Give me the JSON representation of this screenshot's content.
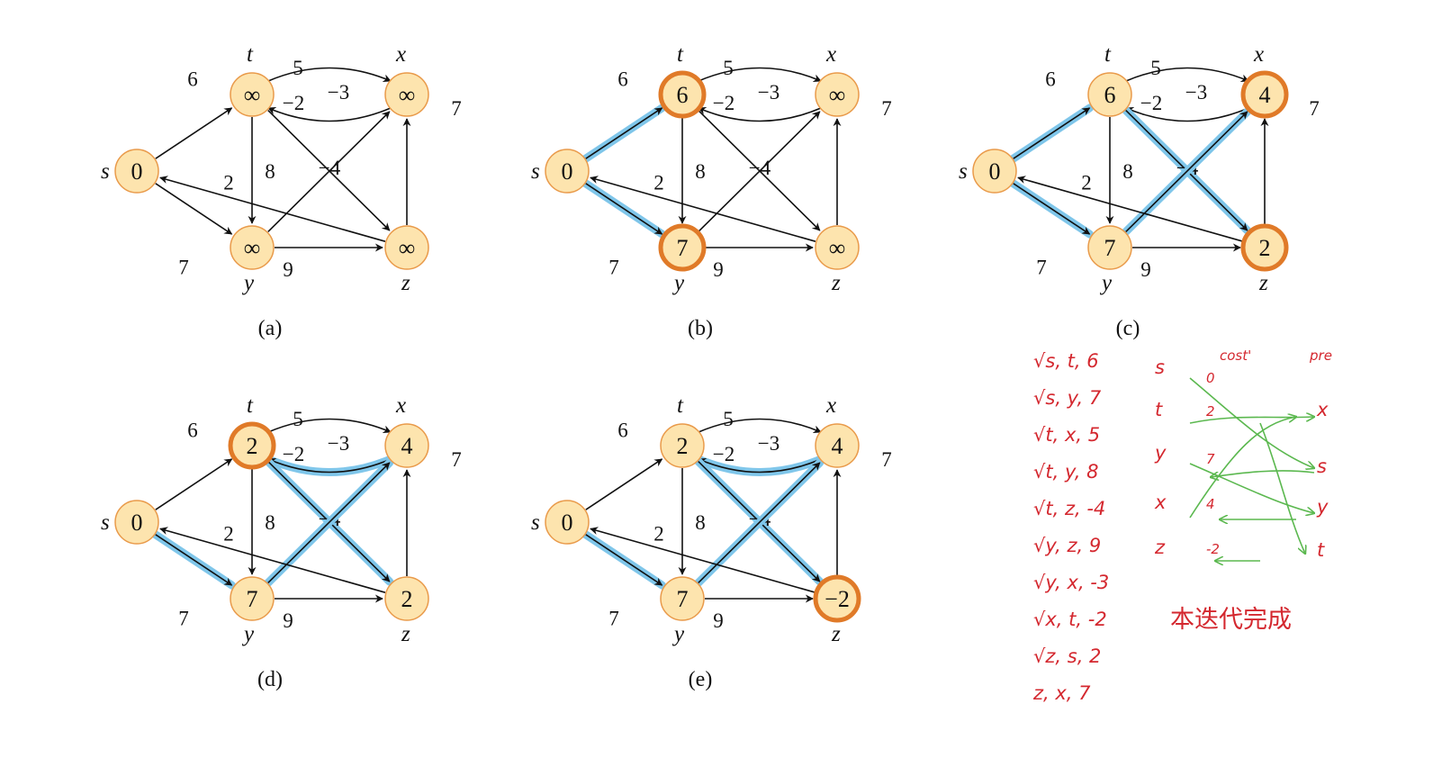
{
  "graph": {
    "vertices": [
      "s",
      "t",
      "x",
      "y",
      "z"
    ],
    "edges": [
      {
        "from": "s",
        "to": "t",
        "weight": "6"
      },
      {
        "from": "s",
        "to": "y",
        "weight": "7"
      },
      {
        "from": "t",
        "to": "x",
        "weight": "5"
      },
      {
        "from": "x",
        "to": "t",
        "weight": "−2"
      },
      {
        "from": "t",
        "to": "y",
        "weight": "8"
      },
      {
        "from": "t",
        "to": "z",
        "weight": "−4"
      },
      {
        "from": "y",
        "to": "x",
        "weight": "−3"
      },
      {
        "from": "y",
        "to": "z",
        "weight": "9"
      },
      {
        "from": "z",
        "to": "x",
        "weight": "7"
      },
      {
        "from": "z",
        "to": "s",
        "weight": "2"
      }
    ]
  },
  "panels": [
    {
      "label": "(a)",
      "distances": {
        "s": "0",
        "t": "∞",
        "x": "∞",
        "y": "∞",
        "z": "∞"
      },
      "highlighted": [],
      "tree_edges": []
    },
    {
      "label": "(b)",
      "distances": {
        "s": "0",
        "t": "6",
        "x": "∞",
        "y": "7",
        "z": "∞"
      },
      "highlighted": [
        "t",
        "y"
      ],
      "tree_edges": [
        "s-t",
        "s-y"
      ]
    },
    {
      "label": "(c)",
      "distances": {
        "s": "0",
        "t": "6",
        "x": "4",
        "y": "7",
        "z": "2"
      },
      "highlighted": [
        "x",
        "z"
      ],
      "tree_edges": [
        "s-t",
        "s-y",
        "y-x",
        "t-z"
      ]
    },
    {
      "label": "(d)",
      "distances": {
        "s": "0",
        "t": "2",
        "x": "4",
        "y": "7",
        "z": "2"
      },
      "highlighted": [
        "t"
      ],
      "tree_edges": [
        "s-y",
        "y-x",
        "x-t",
        "t-z"
      ]
    },
    {
      "label": "(e)",
      "distances": {
        "s": "0",
        "t": "2",
        "x": "4",
        "y": "7",
        "z": "−2"
      },
      "highlighted": [
        "z"
      ],
      "tree_edges": [
        "s-y",
        "y-x",
        "x-t",
        "t-z"
      ]
    }
  ],
  "notes": {
    "edge_list": [
      "√s, t, 6",
      "√s, y, 7",
      "√t, x, 5",
      "√t, y, 8",
      "√t, z, -4",
      "√y, z, 9",
      "√y, x, -3",
      "√x, t, -2",
      "√z, s, 2",
      "z, x, 7"
    ],
    "header_cost": "cost'",
    "header_pre": "pre",
    "left_col": [
      "s",
      "t",
      "y",
      "x",
      "z"
    ],
    "cost_col": [
      "0",
      "2",
      "7",
      "4",
      "-2"
    ],
    "right_col": [
      "x",
      "s",
      "y",
      "t"
    ],
    "caption": "本迭代完成"
  },
  "colors": {
    "node_fill": "#fde4ae",
    "node_stroke": "#e99a4a",
    "highlight_stroke": "#e07a28",
    "tree_edge": "#7fc6ea",
    "edge": "#111111",
    "note_red": "#d4282f",
    "note_green": "#5bb84f"
  }
}
